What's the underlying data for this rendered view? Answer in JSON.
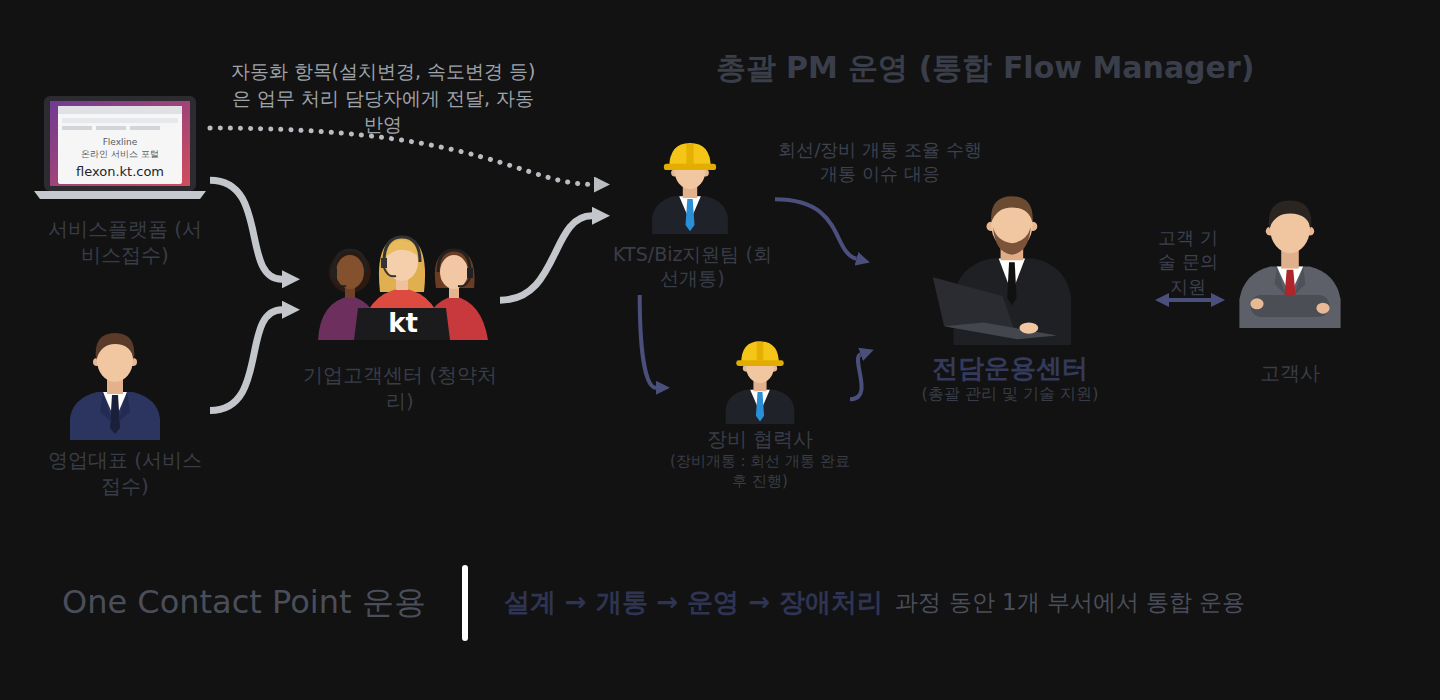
{
  "diagram": {
    "nodes": [
      {
        "text": [
          "서비스플랫폼 (서비스접수)"
        ]
      },
      {
        "text": [
          "영업대표 (서비스접수)"
        ]
      },
      {
        "text": [
          "기업고객센터 (청약처리)"
        ]
      },
      {
        "text": [
          "총괄 PM 운영 (통합 Flow Manager)"
        ]
      },
      {
        "text": [
          "KTS/Biz지원팀 (회선개통)"
        ],
        "in": 3
      },
      {
        "text": [
          "장비 협력사",
          "(장비개통 : 회선 개통 완료 후 진행)"
        ],
        "in": 3
      },
      {
        "text": [
          "전담운용센터",
          "(총괄 관리 및 기술 지원)"
        ],
        "in": 3
      },
      {
        "text": [
          "고객사"
        ],
        "in": 3
      },
      {
        "text": [
          "One Contact Point 운용",
          "설계 → 개통 → 운영 → 장애처리",
          "과정 동안 1개 부서에서 통합 운용"
        ]
      }
    ],
    "edges": [
      {
        "from": 0,
        "to": 2,
        "arrow": "to"
      },
      {
        "from": 1,
        "to": 2,
        "arrow": "to"
      },
      {
        "from": 2,
        "to": 4,
        "arrow": "to"
      },
      {
        "from": 0,
        "to": 4,
        "label": "자동화 항목(설치변경, 속도변경 등)은 업무 처리 담당자에게 전달, 자동 반영",
        "arrow": "to"
      },
      {
        "from": 4,
        "to": 5,
        "arrow": "to"
      },
      {
        "from": 4,
        "to": 6,
        "label": "회선/장비 개통 조율 수행 개통 이슈 대응",
        "arrow": "to"
      },
      {
        "from": 5,
        "to": 6,
        "arrow": "to"
      },
      {
        "from": 6,
        "to": 7,
        "label": "고객 기술 문의 지원",
        "arrow": "both"
      }
    ],
    "labels": [
      "Flexline",
      "온라인 서비스 포털",
      "flexon.kt.com",
      "kt"
    ]
  }
}
